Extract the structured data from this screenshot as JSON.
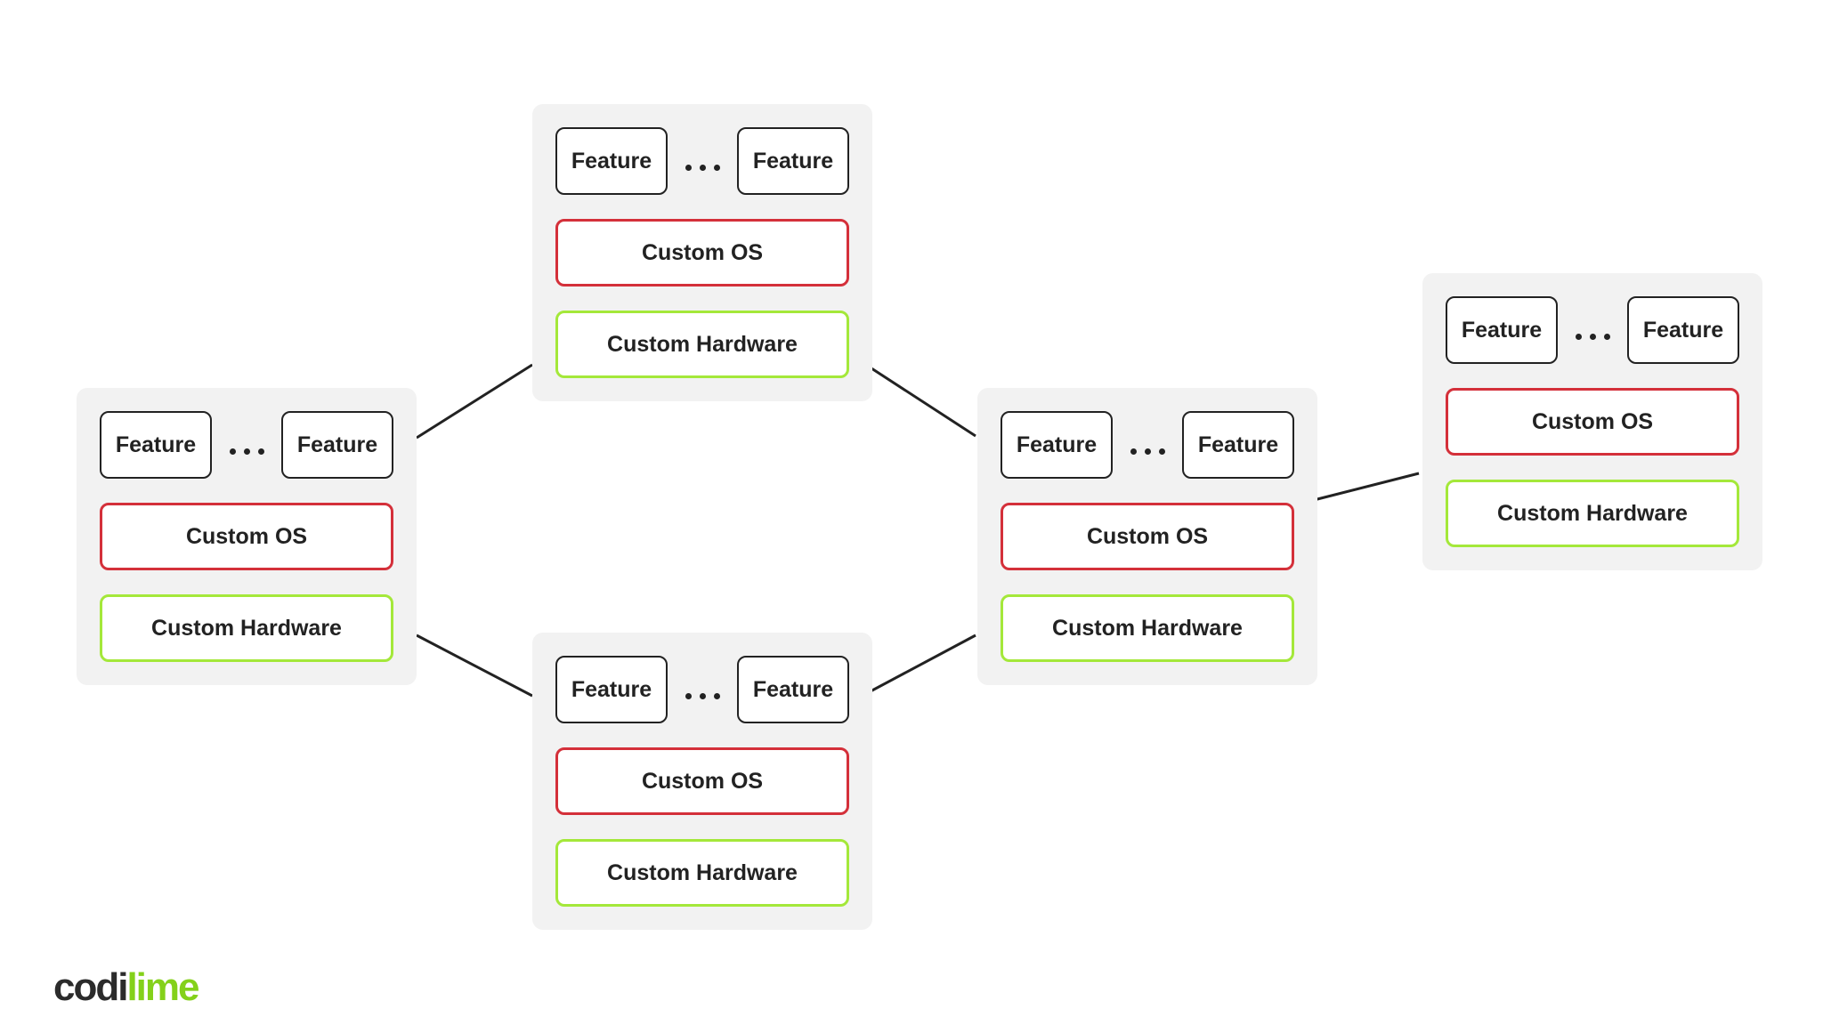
{
  "colors": {
    "node_background": "#f2f2f2",
    "feature_border": "#222222",
    "os_border": "#d4303a",
    "hardware_border": "#a4e83a",
    "connector": "#222222",
    "logo_dark": "#2b2b2b",
    "logo_green": "#84d11a"
  },
  "nodes": [
    {
      "feature_left": "Feature",
      "feature_right": "Feature",
      "os": "Custom OS",
      "hardware": "Custom Hardware"
    },
    {
      "feature_left": "Feature",
      "feature_right": "Feature",
      "os": "Custom OS",
      "hardware": "Custom Hardware"
    },
    {
      "feature_left": "Feature",
      "feature_right": "Feature",
      "os": "Custom OS",
      "hardware": "Custom Hardware"
    },
    {
      "feature_left": "Feature",
      "feature_right": "Feature",
      "os": "Custom OS",
      "hardware": "Custom Hardware"
    },
    {
      "feature_left": "Feature",
      "feature_right": "Feature",
      "os": "Custom OS",
      "hardware": "Custom Hardware"
    }
  ],
  "connections": [
    {
      "from": 0,
      "to": 1
    },
    {
      "from": 0,
      "to": 2
    },
    {
      "from": 1,
      "to": 3
    },
    {
      "from": 2,
      "to": 3
    },
    {
      "from": 3,
      "to": 4
    }
  ],
  "logo": {
    "part1": "codi",
    "part2": "lime"
  }
}
